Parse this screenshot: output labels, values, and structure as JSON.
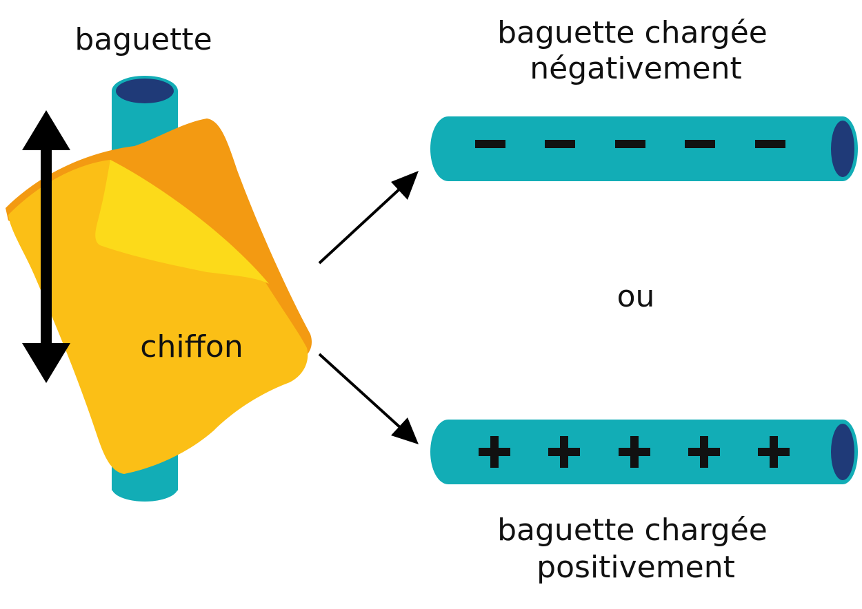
{
  "labels": {
    "rod": "baguette",
    "cloth": "chiffon",
    "negative_line1": "baguette chargée",
    "negative_line2": "négativement",
    "or": "ou",
    "positive_line1": "baguette chargée",
    "positive_line2": "positivement"
  },
  "charges": {
    "negative": [
      "−",
      "−",
      "−",
      "−",
      "−"
    ],
    "positive": [
      "+",
      "+",
      "+",
      "+",
      "+"
    ]
  },
  "colors": {
    "rod_body": "#12adb6",
    "rod_end": "#1f3a78",
    "cloth_main": "#fbbf16",
    "cloth_fold": "#f39a12",
    "cloth_highlight": "#fcda1a",
    "arrow": "#000000"
  }
}
